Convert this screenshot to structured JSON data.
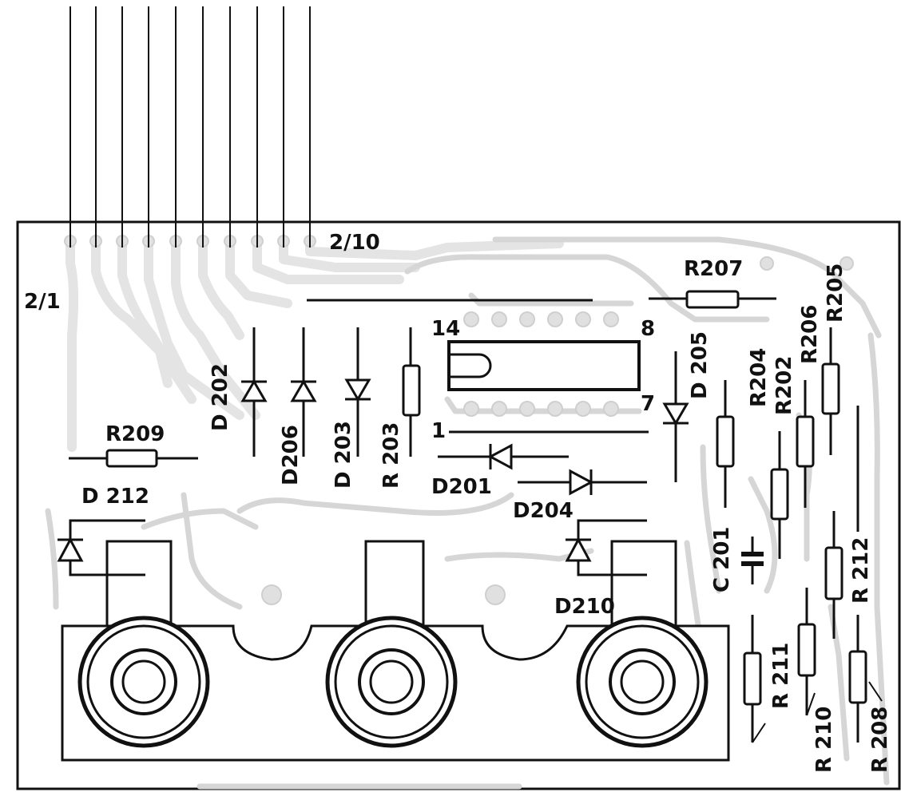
{
  "connector": {
    "first_pin": "2/1",
    "last_pin": "2/10",
    "wire_count": 10
  },
  "ic": {
    "pin1": "1",
    "pin7": "7",
    "pin8": "8",
    "pin14": "14"
  },
  "components": {
    "R207": "R207",
    "R205": "R205",
    "R206": "R206",
    "R204": "R204",
    "R202": "R202",
    "D205": "D 205",
    "D202": "D 202",
    "D206": "D206",
    "D203": "D 203",
    "R203": "R 203",
    "R209": "R209",
    "D212": "D 212",
    "D201": "D201",
    "D204": "D204",
    "D210": "D210",
    "C201": "C 201",
    "R212": "R 212",
    "R211": "R 211",
    "R210": "R 210",
    "R208": "R 208"
  },
  "colors": {
    "ink": "#111111",
    "copper_trace": "#d6d6d6",
    "background": "#ffffff"
  }
}
